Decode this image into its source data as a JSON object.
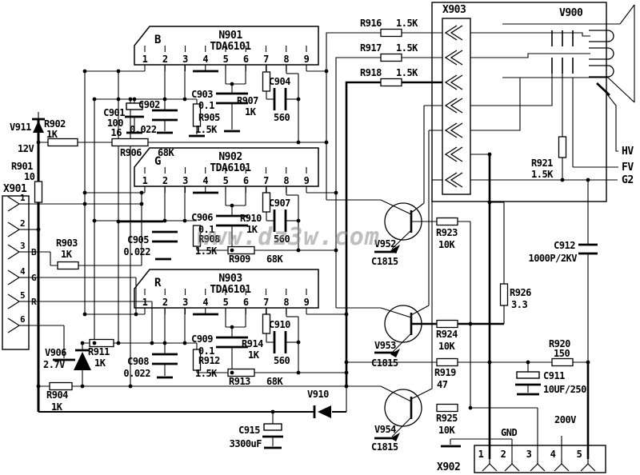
{
  "watermark": "www.dz3w.com",
  "power": {
    "v12": "12V",
    "v200": "200V",
    "gnd": "GND",
    "hv": "HV",
    "fv": "FV",
    "g2": "G2"
  },
  "crt": {
    "ref": "V900"
  },
  "ics": {
    "N901": {
      "ref": "N901",
      "part": "TDA6101",
      "channel": "B",
      "pins": [
        "1",
        "2",
        "3",
        "4",
        "5",
        "6",
        "7",
        "8",
        "9"
      ]
    },
    "N902": {
      "ref": "N902",
      "part": "TDA6101",
      "channel": "G",
      "pins": [
        "1",
        "2",
        "3",
        "4",
        "5",
        "6",
        "7",
        "8",
        "9"
      ]
    },
    "N903": {
      "ref": "N903",
      "part": "TDA6101",
      "channel": "R",
      "pins": [
        "1",
        "2",
        "3",
        "4",
        "5",
        "6",
        "7",
        "8",
        "9"
      ]
    }
  },
  "connectors": {
    "X901": {
      "ref": "X901",
      "pins": [
        "1",
        "2",
        "3",
        "4",
        "5",
        "6"
      ],
      "signals": [
        "B",
        "G",
        "R"
      ]
    },
    "X902": {
      "ref": "X902",
      "pins": [
        "1",
        "2",
        "3",
        "4",
        "5"
      ]
    },
    "X903": {
      "ref": "X903"
    }
  },
  "resistors": {
    "R901": {
      "ref": "R901",
      "val": "10"
    },
    "R902": {
      "ref": "R902",
      "val": "1K"
    },
    "R903": {
      "ref": "R903",
      "val": "1K"
    },
    "R904": {
      "ref": "R904",
      "val": "1K"
    },
    "R905": {
      "ref": "R905",
      "val": "1.5K"
    },
    "R906": {
      "ref": "R906",
      "val": "68K"
    },
    "R907": {
      "ref": "R907",
      "val": "1K"
    },
    "R908": {
      "ref": "R908",
      "val": "1.5K"
    },
    "R909": {
      "ref": "R909",
      "val": "68K"
    },
    "R910": {
      "ref": "R910",
      "val": "1K"
    },
    "R911": {
      "ref": "R911",
      "val": "1K"
    },
    "R912": {
      "ref": "R912",
      "val": "1.5K"
    },
    "R913": {
      "ref": "R913",
      "val": "68K"
    },
    "R914": {
      "ref": "R914",
      "val": "1K"
    },
    "R916": {
      "ref": "R916",
      "val": "1.5K"
    },
    "R917": {
      "ref": "R917",
      "val": "1.5K"
    },
    "R918": {
      "ref": "R918",
      "val": "1.5K"
    },
    "R919": {
      "ref": "R919",
      "val": "47"
    },
    "R920": {
      "ref": "R920",
      "val": "150"
    },
    "R921": {
      "ref": "R921",
      "val": "1.5K"
    },
    "R923": {
      "ref": "R923",
      "val": "10K"
    },
    "R924": {
      "ref": "R924",
      "val": "10K"
    },
    "R925": {
      "ref": "R925",
      "val": "10K"
    },
    "R926": {
      "ref": "R926",
      "val": "3.3"
    }
  },
  "capacitors": {
    "C901": {
      "ref": "C901",
      "val": "100",
      "val2": "16"
    },
    "C902": {
      "ref": "C902",
      "val": "0.022"
    },
    "C903": {
      "ref": "C903",
      "val": "0.1"
    },
    "C904": {
      "ref": "C904",
      "val": "560"
    },
    "C905": {
      "ref": "C905",
      "val": "0.022"
    },
    "C906": {
      "ref": "C906",
      "val": "0.1"
    },
    "C907": {
      "ref": "C907",
      "val": "560"
    },
    "C908": {
      "ref": "C908",
      "val": "0.022"
    },
    "C909": {
      "ref": "C909",
      "val": "0.1"
    },
    "C910": {
      "ref": "C910",
      "val": "560"
    },
    "C911": {
      "ref": "C911",
      "val": "10UF/250"
    },
    "C912": {
      "ref": "C912",
      "val": "1000P/2KV"
    },
    "C915": {
      "ref": "C915",
      "val": "3300uF"
    }
  },
  "diodes": {
    "V911": {
      "ref": "V911"
    },
    "V906": {
      "ref": "V906",
      "val": "2.7V"
    },
    "V910": {
      "ref": "V910"
    }
  },
  "transistors": {
    "V952": {
      "ref": "V952",
      "part": "C1815"
    },
    "V953": {
      "ref": "V953",
      "part": "C1815"
    },
    "V954": {
      "ref": "V954",
      "part": "C1815"
    }
  }
}
